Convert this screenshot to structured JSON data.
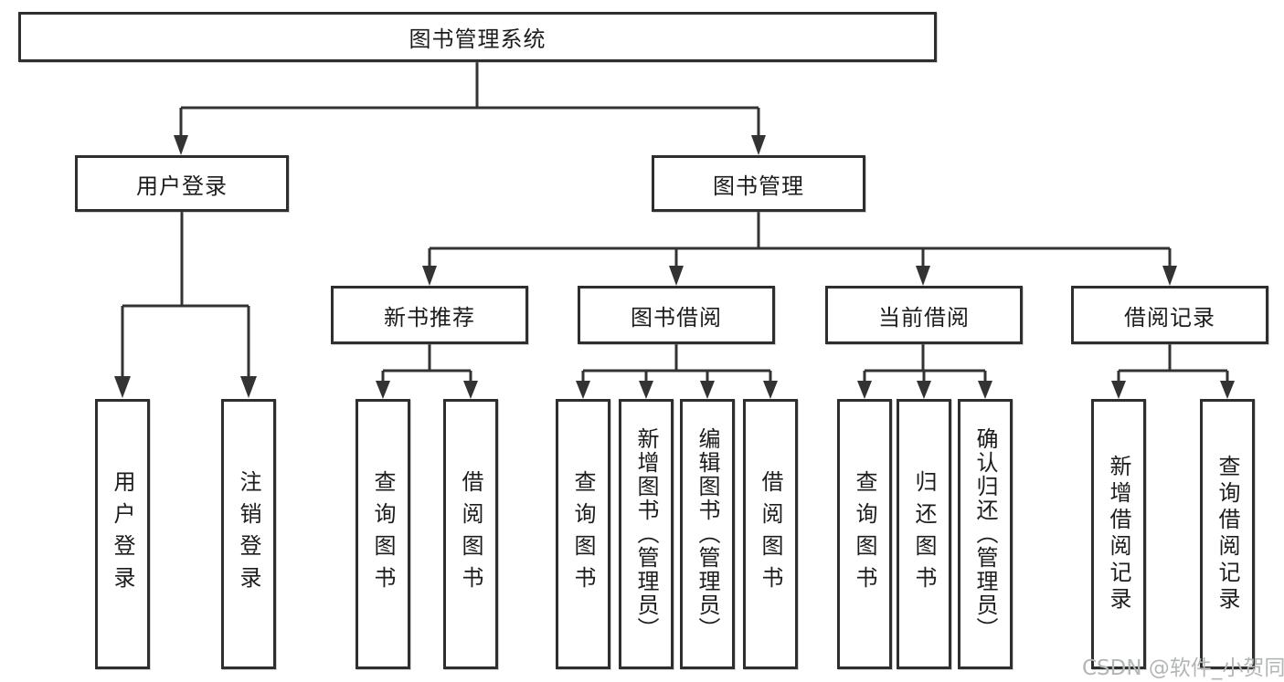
{
  "diagram": {
    "root": {
      "label": "图书管理系统"
    },
    "user_login": {
      "label": "用户登录",
      "children": [
        {
          "label": "用户登录"
        },
        {
          "label": "注销登录"
        }
      ]
    },
    "book_mgmt": {
      "label": "图书管理",
      "groups": [
        {
          "label": "新书推荐",
          "children": [
            {
              "label": "查询图书"
            },
            {
              "label": "借阅图书"
            }
          ]
        },
        {
          "label": "图书借阅",
          "children": [
            {
              "label": "查询图书"
            },
            {
              "label": "新增图书（管理员）"
            },
            {
              "label": "编辑图书（管理员）"
            },
            {
              "label": "借阅图书"
            }
          ]
        },
        {
          "label": "当前借阅",
          "children": [
            {
              "label": "查询图书"
            },
            {
              "label": "归还图书"
            },
            {
              "label": "确认归还（管理员）"
            }
          ]
        },
        {
          "label": "借阅记录",
          "children": [
            {
              "label": "新增借阅记录"
            },
            {
              "label": "查询借阅记录"
            }
          ]
        }
      ]
    }
  },
  "watermark": {
    "text": "CSDN @软件_小贺同学",
    "color": "#b3b6b6"
  },
  "colors": {
    "line": "#333333",
    "box_border": "#2e2e2e",
    "text": "#1c1c1c",
    "background": "#ffffff"
  }
}
